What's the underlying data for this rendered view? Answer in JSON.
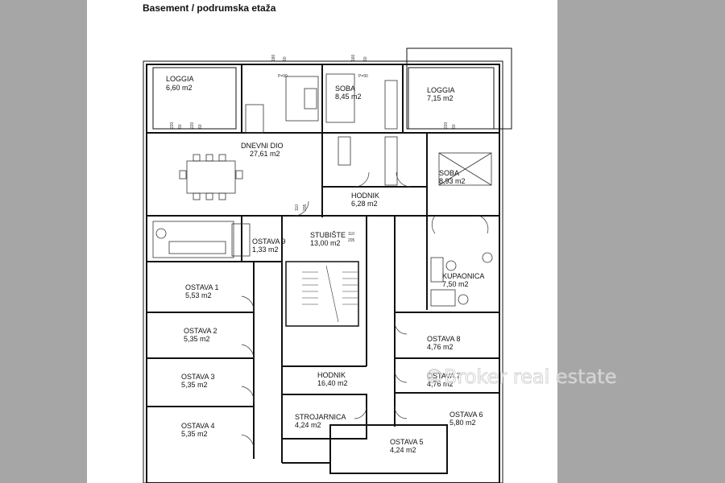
{
  "title": "Basement / podrumska etaža",
  "watermark": "©Broker real estate",
  "rooms": [
    {
      "name": "LOGGIA",
      "area": "6,60 m2"
    },
    {
      "name": "SOBA",
      "area": "8,45 m2"
    },
    {
      "name": "LOGGIA",
      "area": "7,15 m2"
    },
    {
      "name": "DNEVNI DIO",
      "area": "27,61 m2"
    },
    {
      "name": "SOBA",
      "area": "8,93 m2"
    },
    {
      "name": "HODNIK",
      "area": "6,28 m2"
    },
    {
      "name": "STUBIŠTE",
      "area": "13,00 m2"
    },
    {
      "name": "OSTAVA 9",
      "area": "1,33 m2"
    },
    {
      "name": "KUPAONICA",
      "area": "7,50 m2"
    },
    {
      "name": "OSTAVA 1",
      "area": "5,53 m2"
    },
    {
      "name": "OSTAVA 2",
      "area": "5,35 m2"
    },
    {
      "name": "OSTAVA 3",
      "area": "5,35 m2"
    },
    {
      "name": "OSTAVA 4",
      "area": "5,35 m2"
    },
    {
      "name": "OSTAVA 8",
      "area": "4,76 m2"
    },
    {
      "name": "OSTAVA 7",
      "area": "4,76 m2"
    },
    {
      "name": "OSTAVA 6",
      "area": "5,80 m2"
    },
    {
      "name": "HODNIK",
      "area": "16,40 m2"
    },
    {
      "name": "STROJARNICA",
      "area": "4,24 m2"
    },
    {
      "name": "OSTAVA 5",
      "area": "4,24 m2"
    }
  ],
  "dimension_labels": [
    "180",
    "60",
    "160",
    "60",
    "220",
    "60",
    "220",
    "60",
    "220",
    "60",
    "110",
    "205",
    "110",
    "205",
    "P=90",
    "P=90"
  ]
}
